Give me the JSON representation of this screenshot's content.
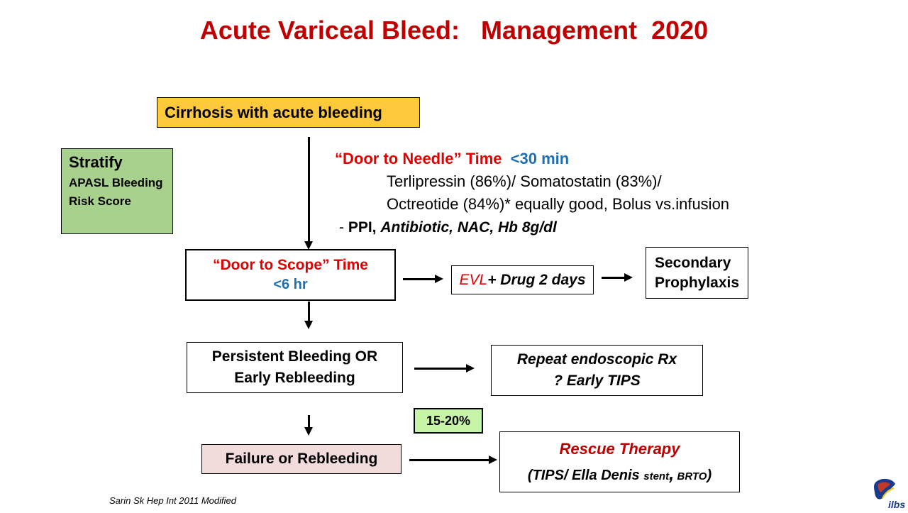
{
  "title": "Acute Variceal Bleed:   Management  2020",
  "start_box": {
    "text": "Cirrhosis with acute bleeding"
  },
  "stratify_box": {
    "heading": "Stratify",
    "line1": "APASL Bleeding",
    "line2": "Risk Score"
  },
  "door_to_needle": {
    "label": "“Door to Needle” Time",
    "target": "<30 min",
    "drugs_line1": "Terlipressin (86%)/ Somatostatin (83%)/",
    "drugs_line2": "Octreotide (84%)* equally good, Bolus vs.infusion",
    "adjunct_prefix": "- ",
    "adjunct_ppi": "PPI, ",
    "adjunct_rest": "Antibiotic, NAC,  Hb 8g/dl"
  },
  "door_to_scope": {
    "label": "“Door to Scope” Time",
    "target": "<6 hr"
  },
  "evl_box": {
    "evl": "EVL",
    "rest": "+ Drug 2 days"
  },
  "secondary_box": {
    "line1": "Secondary",
    "line2": "Prophylaxis"
  },
  "persistent_box": {
    "line1": "Persistent Bleeding OR",
    "line2": "Early Rebleeding"
  },
  "repeat_box": {
    "line1": "Repeat  endoscopic  Rx",
    "line2": "? Early TIPS"
  },
  "percent_badge": {
    "text": "15-20%"
  },
  "failure_box": {
    "text": "Failure or Rebleeding"
  },
  "rescue_box": {
    "heading": "Rescue Therapy",
    "open": "(TIPS/ Ella Denis ",
    "stent": "stent",
    "comma": ",",
    "brto": " BRTO",
    "close": ")"
  },
  "citation": "Sarin Sk Hep Int 2011 Modified",
  "logo": {
    "text": "ilbs",
    "icon": "liver-logo-icon"
  },
  "colors": {
    "title_red": "#c00000",
    "highlight_red": "#e00000",
    "blue": "#1f6fb2",
    "start_fill": "#ffc93c",
    "stratify_fill": "#a9d18e",
    "badge_fill": "#c6f5a8",
    "failure_fill": "#f2dcdb"
  }
}
